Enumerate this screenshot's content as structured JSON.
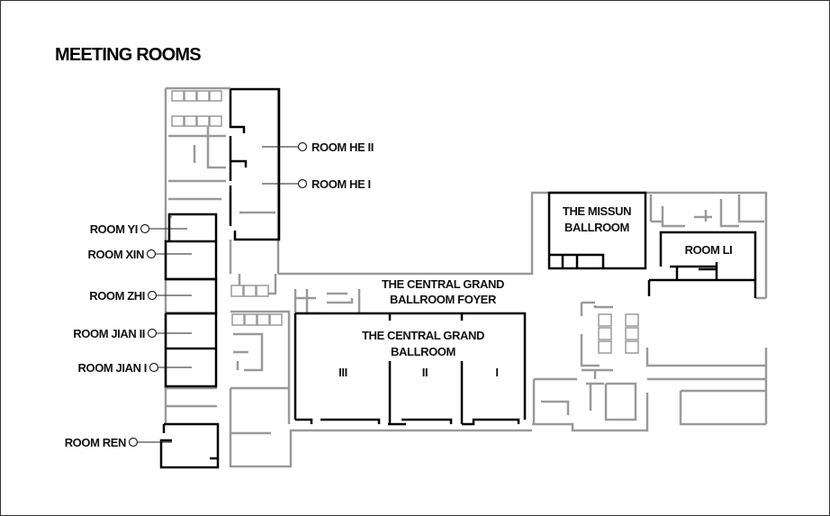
{
  "title": "MEETING ROOMS",
  "rooms": {
    "he_ii": "ROOM HE II",
    "he_i": "ROOM HE I",
    "yi": "ROOM YI",
    "xin": "ROOM XIN",
    "zhi": "ROOM ZHI",
    "jian_ii": "ROOM JIAN II",
    "jian_i": "ROOM JIAN I",
    "ren": "ROOM REN",
    "li": "ROOM LI"
  },
  "missun": {
    "line1": "THE MISSUN",
    "line2": "BALLROOM"
  },
  "foyer": {
    "line1": "THE CENTRAL GRAND",
    "line2": "BALLROOM FOYER"
  },
  "grand": {
    "line1": "THE CENTRAL GRAND",
    "line2": "BALLROOM",
    "sections": [
      "III",
      "II",
      "I"
    ]
  },
  "colors": {
    "walls": "#9a9a9a",
    "meeting_rooms": "#000000"
  }
}
